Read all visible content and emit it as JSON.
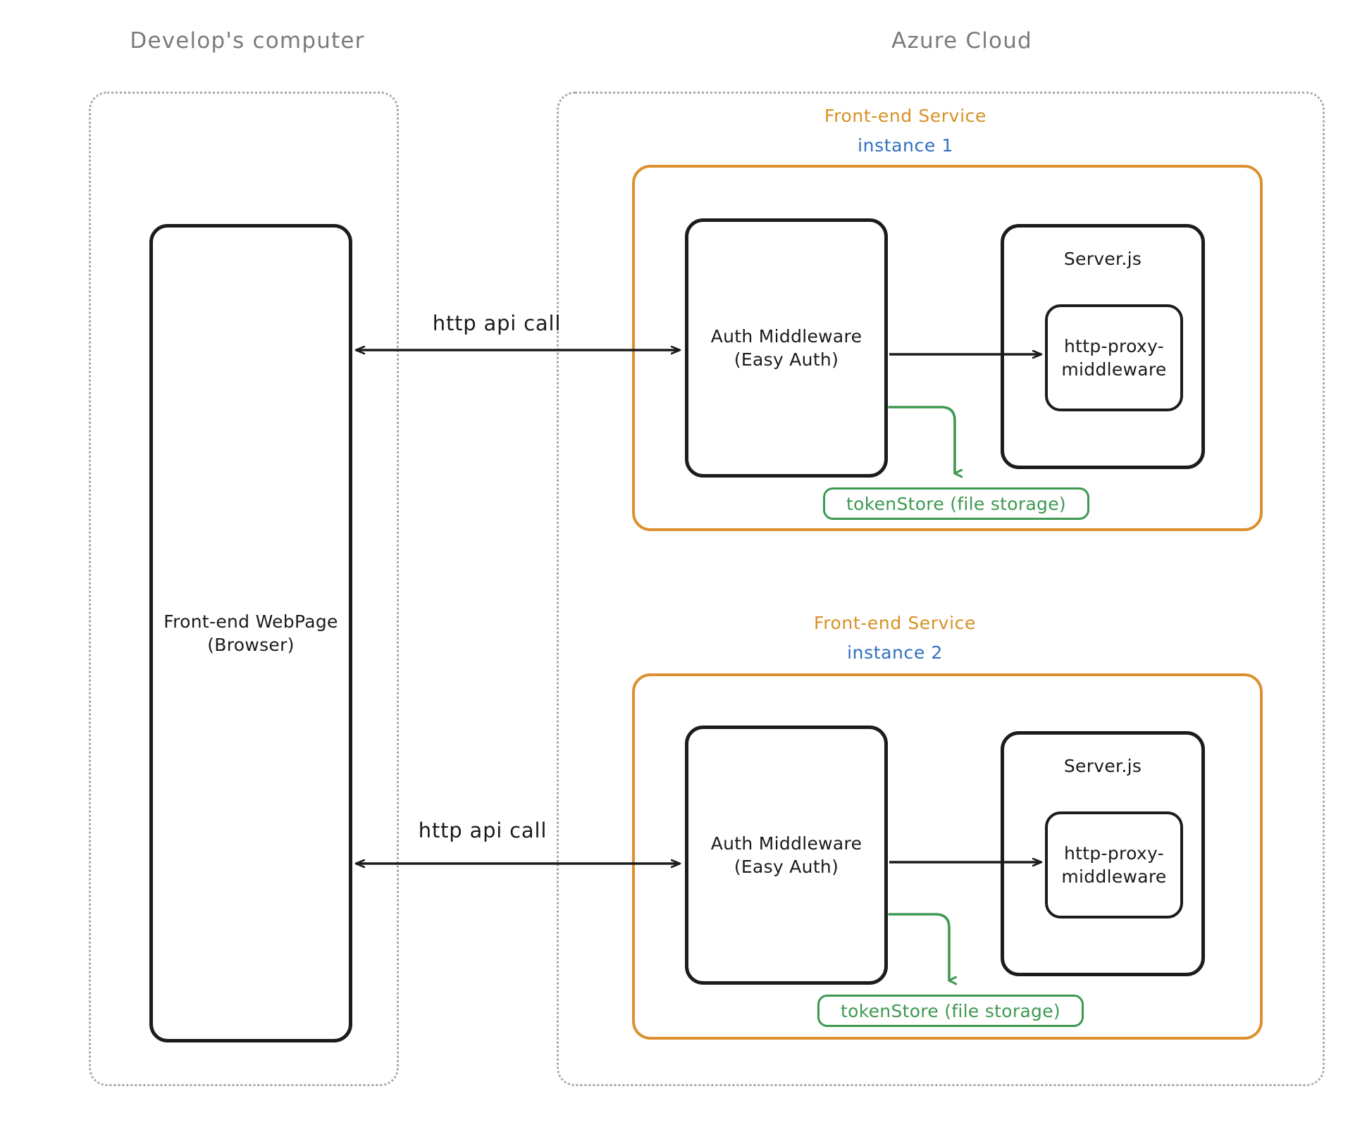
{
  "diagram": {
    "title_zones": [
      {
        "id": "dev",
        "label": "Develop's computer"
      },
      {
        "id": "azure",
        "label": "Azure Cloud"
      }
    ],
    "browser_node": {
      "line1": "Front-end WebPage",
      "line2": "(Browser)"
    },
    "services": [
      {
        "id": "instance-1",
        "service_label": "Front-end Service",
        "instance_label": "instance 1",
        "auth_node": {
          "line1": "Auth Middleware",
          "line2": "(Easy Auth)"
        },
        "server_node": {
          "title": "Server.js"
        },
        "proxy_node": {
          "line1": "http-proxy-",
          "line2": "middleware"
        },
        "token_store": {
          "label": "tokenStore (file storage)"
        },
        "incoming_edge": {
          "label": "http api call"
        }
      },
      {
        "id": "instance-2",
        "service_label": "Front-end Service",
        "instance_label": "instance 2",
        "auth_node": {
          "line1": "Auth Middleware",
          "line2": "(Easy Auth)"
        },
        "server_node": {
          "title": "Server.js"
        },
        "proxy_node": {
          "line1": "http-proxy-",
          "line2": "middleware"
        },
        "token_store": {
          "label": "tokenStore (file storage)"
        },
        "incoming_edge": {
          "label": "http api call"
        }
      }
    ],
    "colors": {
      "zone_border": "#a8a8a8",
      "zone_text": "#7b7b7b",
      "service_border": "#dc9030",
      "service_text": "#d79026",
      "instance_text": "#3070c0",
      "node_border": "#1c1c1c",
      "node_text": "#1a1a1a",
      "store": "#3d9950",
      "background": "#ffffff"
    }
  }
}
